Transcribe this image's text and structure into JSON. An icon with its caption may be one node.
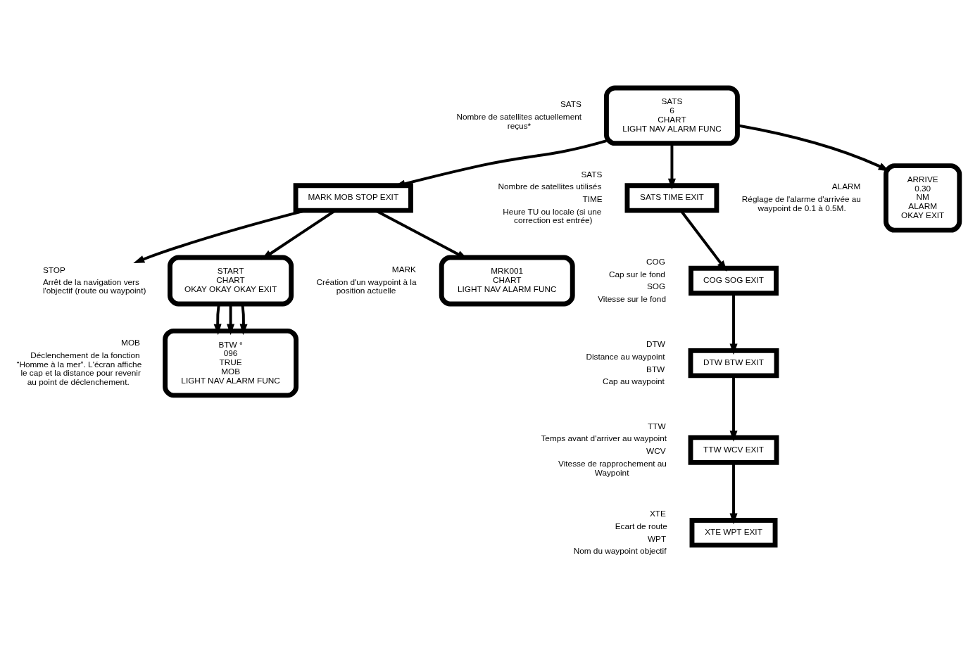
{
  "diagram": {
    "nodes": [
      {
        "text": [
          "SATS",
          "6",
          "CHART",
          "LIGHT NAV ALARM FUNC"
        ],
        "beside": [
          "SATS",
          "Nombre de satellites actuellement reçus*"
        ]
      },
      {
        "text": [
          "MARK MOB STOP EXIT"
        ]
      },
      {
        "text": [
          "SATS TIME EXIT"
        ],
        "beside": [
          "SATS",
          "Nombre de satellites utilisés",
          "TIME",
          "Heure TU ou locale (si une correction est entrée)"
        ]
      },
      {
        "text": [
          "STOP",
          "Arrêt de la navigation vers l'objectif (route ou waypoint)"
        ]
      },
      {
        "text": [
          "MRK001",
          "CHART",
          "LIGHT NAV ALARM FUNC"
        ],
        "beside": [
          "MARK",
          "Création d'un waypoint à la position actuelle"
        ]
      },
      {
        "text": [
          "START",
          "CHART",
          "OKAY OKAY OKAY EXIT"
        ]
      },
      {
        "text": [
          "ARRIVE",
          "0.30",
          "NM",
          "ALARM",
          "OKAY EXIT"
        ],
        "beside": [
          "ALARM",
          "Réglage de l'alarme d'arrivée au waypoint de 0.1 à 0.5M."
        ]
      },
      {
        "text": [
          "COG SOG EXIT"
        ],
        "beside": [
          "COG",
          "Cap sur le fond",
          "SOG",
          "Vitesse sur le fond"
        ]
      },
      {
        "text": [
          "DTW BTW EXIT"
        ],
        "beside": [
          "DTW",
          "Distance au waypoint",
          "BTW",
          "Cap au waypoint"
        ]
      },
      {
        "text": [
          "TTW WCV EXIT"
        ],
        "beside": [
          "TTW",
          "Temps avant d'arriver au waypoint",
          "WCV",
          "Vitesse de rapprochement au Waypoint"
        ]
      },
      {
        "text": [
          "XTE WPT EXIT"
        ],
        "beside": [
          "XTE",
          "Ecart de route",
          "WPT",
          "Nom du waypoint objectif"
        ]
      },
      {
        "text": [
          "BTW °",
          "096",
          "TRUE",
          "MOB",
          "LIGHT NAV ALARM FUNC"
        ],
        "beside": [
          "MOB",
          "Déclenchement de la fonction “Homme à la mer”. L'écran affiche le cap et la distance pour revenir au point de déclenchement."
        ]
      }
    ],
    "edges": [
      {
        "from": 0,
        "to": 1,
        "arrow": "to"
      },
      {
        "from": 0,
        "to": 6,
        "arrow": "to"
      },
      {
        "from": 0,
        "to": 2,
        "arrow": "to"
      },
      {
        "from": 1,
        "to": 4,
        "arrow": "to"
      },
      {
        "from": 1,
        "to": 3,
        "arrow": "to"
      },
      {
        "from": 1,
        "to": 5,
        "arrow": "to"
      },
      {
        "from": 5,
        "to": 11,
        "arrow": "to"
      },
      {
        "from": 5,
        "to": 11,
        "arrow": "to"
      },
      {
        "from": 5,
        "to": 11,
        "arrow": "to"
      },
      {
        "from": 2,
        "to": 7,
        "arrow": "to"
      },
      {
        "from": 7,
        "to": 8,
        "arrow": "to"
      },
      {
        "from": 8,
        "to": 9,
        "arrow": "to"
      },
      {
        "from": 9,
        "to": 10,
        "arrow": "to"
      }
    ]
  }
}
